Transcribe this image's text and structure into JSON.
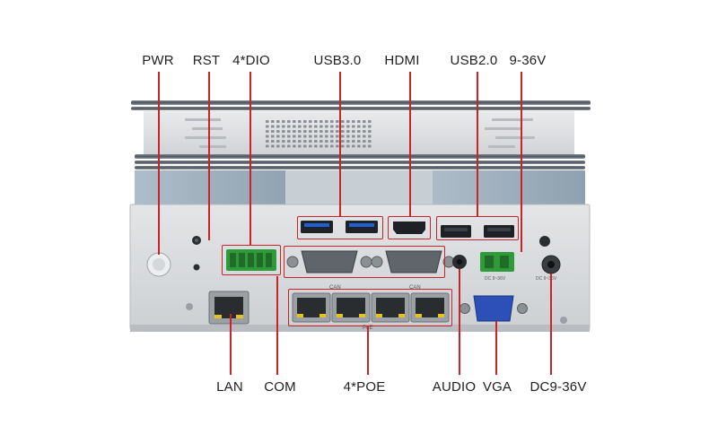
{
  "labels_top": {
    "pwr": "PWR",
    "rst": "RST",
    "dio": "4*DIO",
    "usb3": "USB3.0",
    "hdmi": "HDMI",
    "usb2": "USB2.0",
    "power_in": "9-36V"
  },
  "labels_bottom": {
    "lan": "LAN",
    "com": "COM",
    "poe": "4*POE",
    "audio": "AUDIO",
    "vga": "VGA",
    "dc": "DC9-36V"
  },
  "panel_text": {
    "can1": "CAN",
    "can2": "CAN",
    "poe_mark": "PoE",
    "dc_spec": "DC 9~36V",
    "dc_spec2": "DC 9~36V"
  },
  "colors": {
    "callout": "#c8242a",
    "usb3_blue": "#1f5fd6",
    "terminal_green": "#2f9a3a",
    "vga_blue": "#2c4fb8",
    "heatsink": "#5e6670",
    "panel": "#d9dbdd"
  }
}
